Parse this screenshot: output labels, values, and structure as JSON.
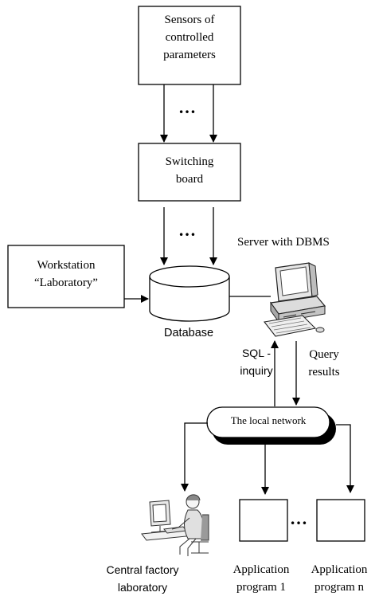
{
  "nodes": {
    "sensors": {
      "lines": [
        "Sensors of",
        "controlled",
        "parameters"
      ]
    },
    "switching_board": {
      "lines": [
        "Switching",
        "board"
      ]
    },
    "workstation": {
      "lines": [
        "Workstation",
        "“Laboratory”"
      ]
    },
    "database": {
      "label": "Database"
    },
    "server": {
      "label": "Server with DBMS"
    },
    "local_network": {
      "label": "The local network"
    },
    "central_lab": {
      "lines": [
        "Central factory",
        "laboratory"
      ]
    },
    "app1": {
      "lines": [
        "Application",
        "program 1"
      ]
    },
    "appn": {
      "lines": [
        "Application",
        "program n"
      ]
    }
  },
  "edges": {
    "sql_inquiry": {
      "lines": [
        "SQL -",
        "inquiry"
      ]
    },
    "query_results": {
      "lines": [
        "Query",
        "results"
      ]
    },
    "ellipsis": "…"
  }
}
